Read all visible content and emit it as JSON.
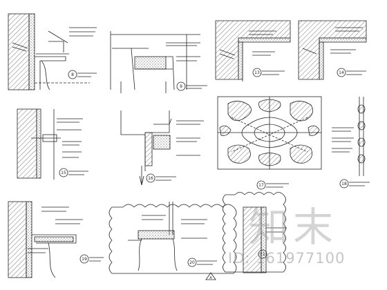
{
  "watermark": {
    "logo": "知末",
    "id_text": "ID: 161977100"
  },
  "details": [
    {
      "number": "8"
    },
    {
      "number": "9"
    },
    {
      "number": "13"
    },
    {
      "number": "14"
    },
    {
      "number": "15"
    },
    {
      "number": "16"
    },
    {
      "number": "17"
    },
    {
      "number": "18"
    },
    {
      "number": "19"
    },
    {
      "number": "20"
    },
    {
      "number": "21"
    },
    {
      "number": "A"
    }
  ],
  "colors": {
    "line": "#222222",
    "hatch": "#555555",
    "watermark": "#9a9a9a"
  }
}
